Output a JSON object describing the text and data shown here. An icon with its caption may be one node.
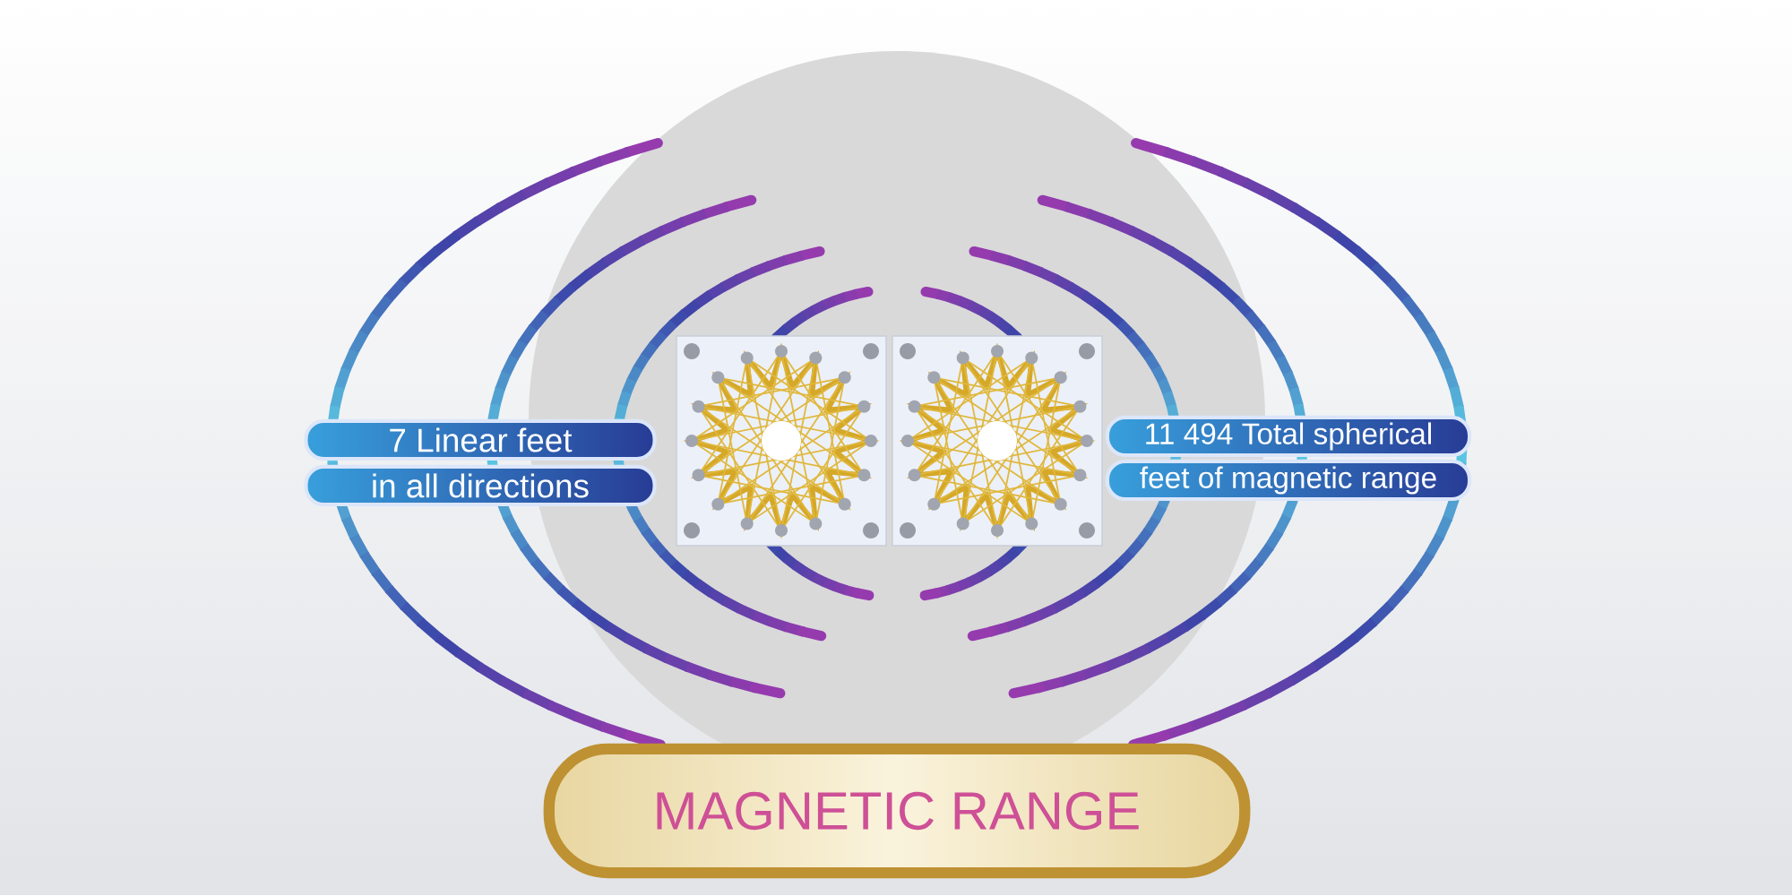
{
  "diagram": {
    "nodes": [
      {
        "text": [
          "7 Linear feet"
        ]
      },
      {
        "text": [
          "in all directions"
        ]
      },
      {
        "text": [
          "11 494 Total spherical"
        ]
      },
      {
        "text": [
          "feet of magnetic range"
        ]
      },
      {
        "text": [
          "MAGNETIC RANGE"
        ]
      }
    ]
  }
}
